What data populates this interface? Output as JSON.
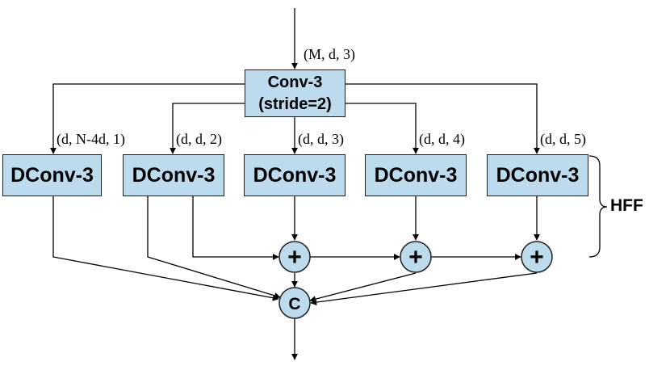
{
  "top_block": {
    "line1": "Conv-3",
    "line2": "(stride=2)"
  },
  "input_label": "(M, d, 3)",
  "branches": [
    {
      "label": "(d, N-4d, 1)",
      "block": "DConv-3"
    },
    {
      "label": "(d, d, 2)",
      "block": "DConv-3"
    },
    {
      "label": "(d, d, 3)",
      "block": "DConv-3"
    },
    {
      "label": "(d, d, 4)",
      "block": "DConv-3"
    },
    {
      "label": "(d, d, 5)",
      "block": "DConv-3"
    }
  ],
  "add_symbol": "+",
  "concat_symbol": "C",
  "brace_label": "HFF",
  "colors": {
    "block_fill": "#bcdcee",
    "stroke": "#1f1f1f"
  }
}
